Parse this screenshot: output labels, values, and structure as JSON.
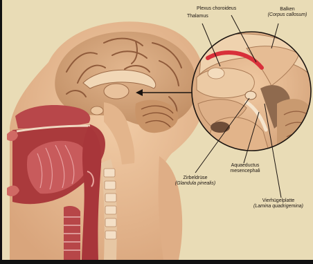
{
  "labels": {
    "plexus": {
      "line1": "Plexus choroideus"
    },
    "thalamus": {
      "line1": "Thalamus"
    },
    "balken": {
      "line1": "Balken",
      "line2": "(Corpus callosum)"
    },
    "aquaeductus": {
      "line1": "Aquaeductus",
      "line2": "mesencephali"
    },
    "zirbeldruese": {
      "line1": "Zirbeldrüse",
      "line2": "(Glandula pinealis)"
    },
    "vierhuegel": {
      "line1": "Vierhügelplatte",
      "line2": "(Lamina quadrigemina)"
    }
  },
  "colors": {
    "background": "#e9dcb6",
    "skin": "#e8bb94",
    "brain": "#d4a57c",
    "mucosa": "#b23e3f",
    "choroid-plexus": "#d8303a",
    "frame": "#111111"
  }
}
